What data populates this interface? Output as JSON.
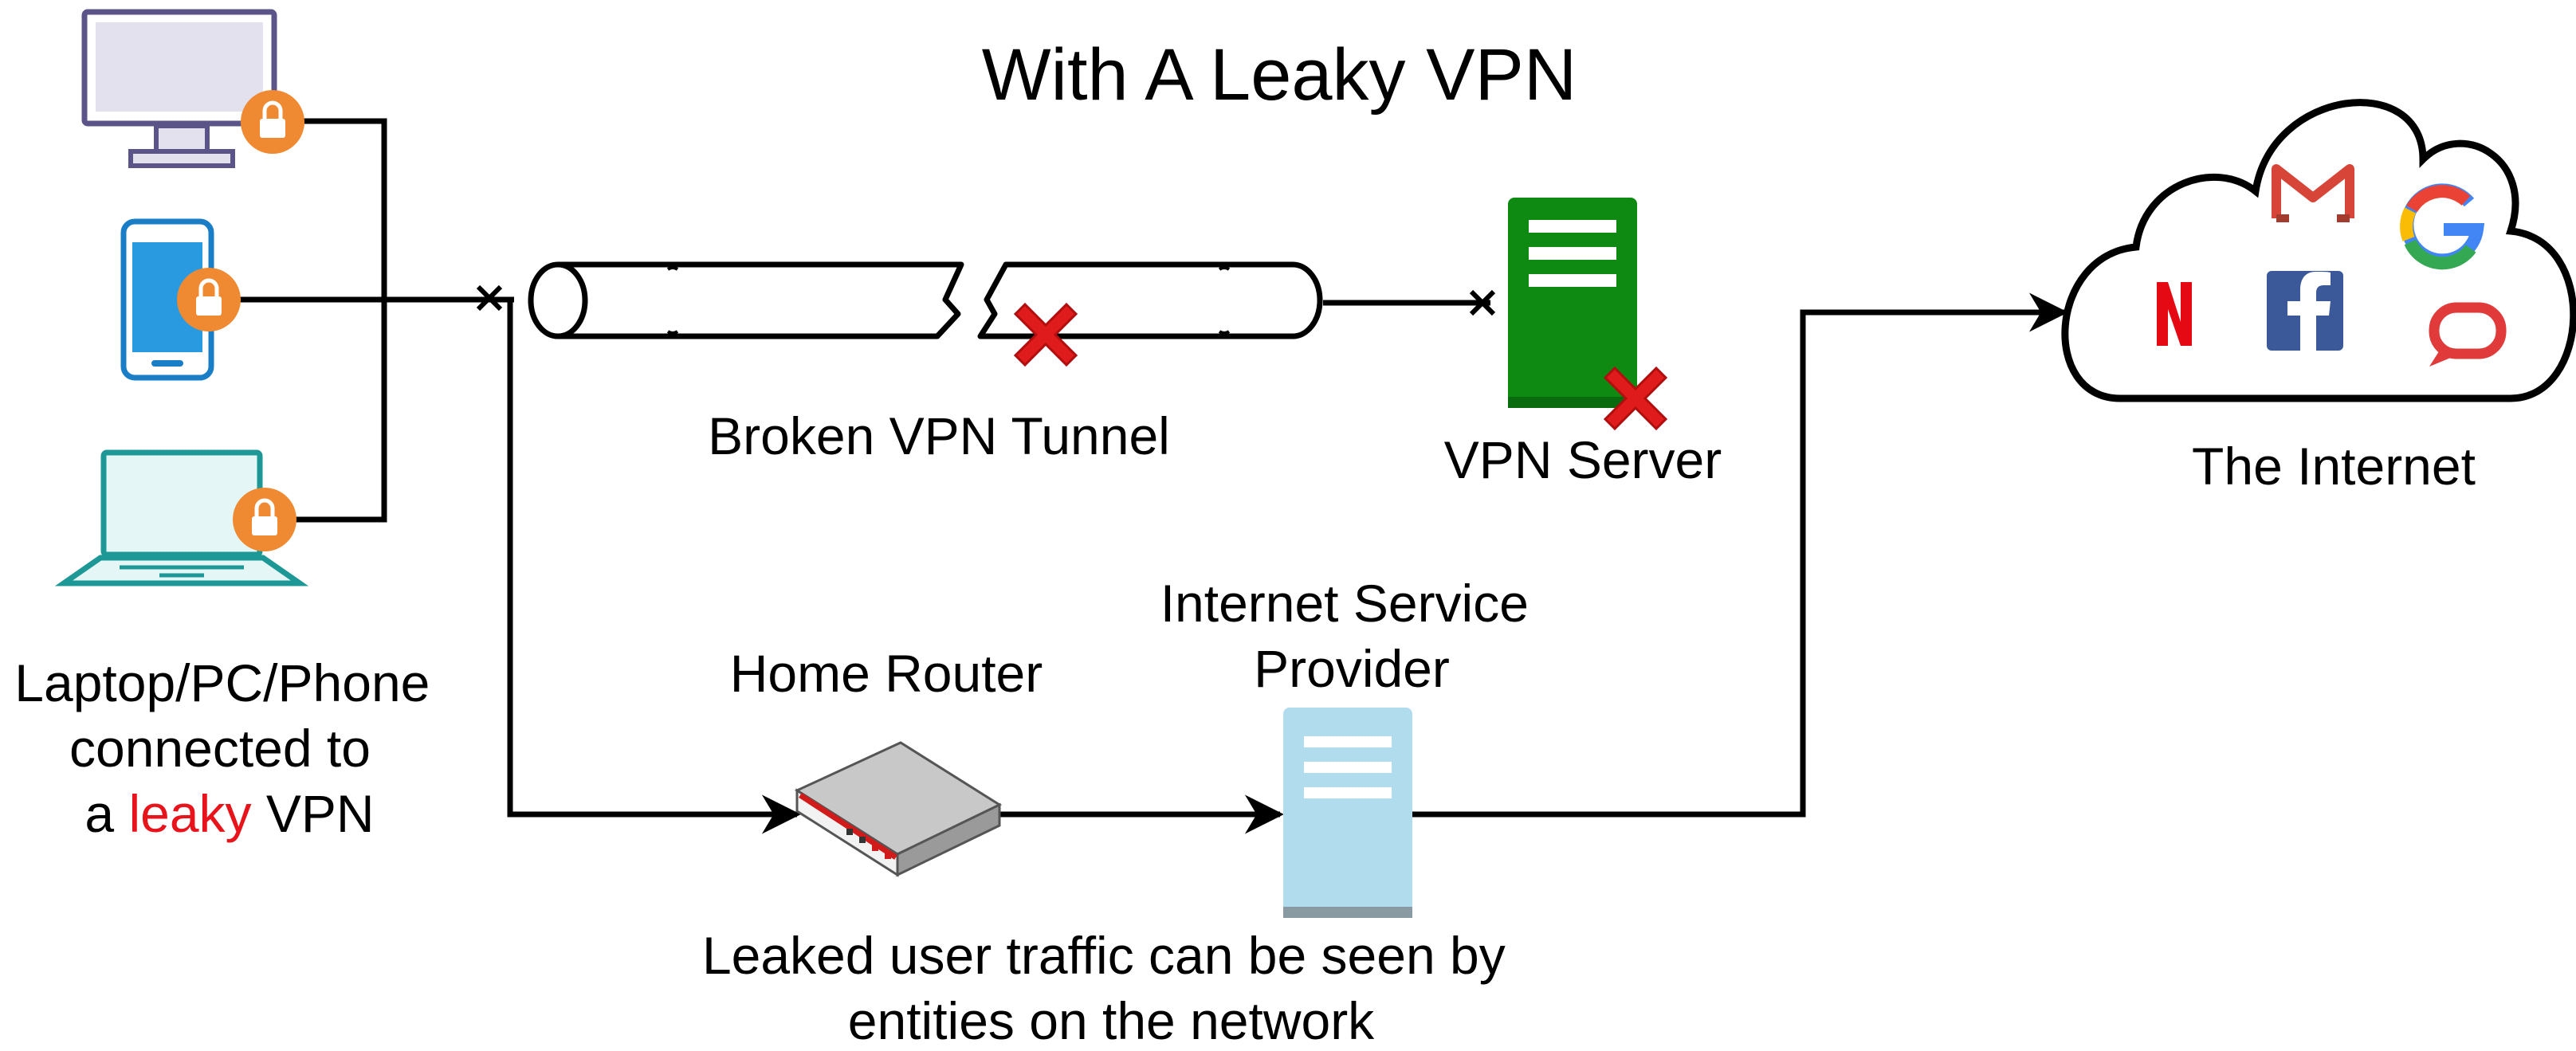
{
  "title": "With A Leaky VPN",
  "labels": {
    "devices_line1": "Laptop/PC/Phone",
    "devices_line2": "connected to",
    "devices_line3_prefix": "a ",
    "devices_line3_highlight": "leaky",
    "devices_line3_suffix": " VPN",
    "tunnel": "Broken VPN Tunnel",
    "vpn_server": "VPN Server",
    "internet": "The Internet",
    "home_router": "Home Router",
    "isp_line1": "Internet Service",
    "isp_line2": "Provider",
    "leak_line1": "Leaked user traffic can be seen by",
    "leak_line2": "entities on the network"
  },
  "icons": {
    "devices": [
      "desktop-monitor-icon",
      "smartphone-icon",
      "laptop-icon"
    ],
    "locks": [
      "lock-icon",
      "lock-icon",
      "lock-icon"
    ],
    "services": [
      "gmail-icon",
      "google-icon",
      "netflix-icon",
      "facebook-icon",
      "chat-bubble-icon"
    ],
    "failures": [
      "red-x-icon",
      "red-x-icon"
    ]
  },
  "colors": {
    "highlight": "#e8141b",
    "lock": "#f08a32",
    "vpn_server": "#0e8a13",
    "isp_server": "#b0dcee",
    "failure": "#e01b1b",
    "netflix": "#e50914",
    "facebook": "#3b5998",
    "gmail": "#d64537"
  }
}
